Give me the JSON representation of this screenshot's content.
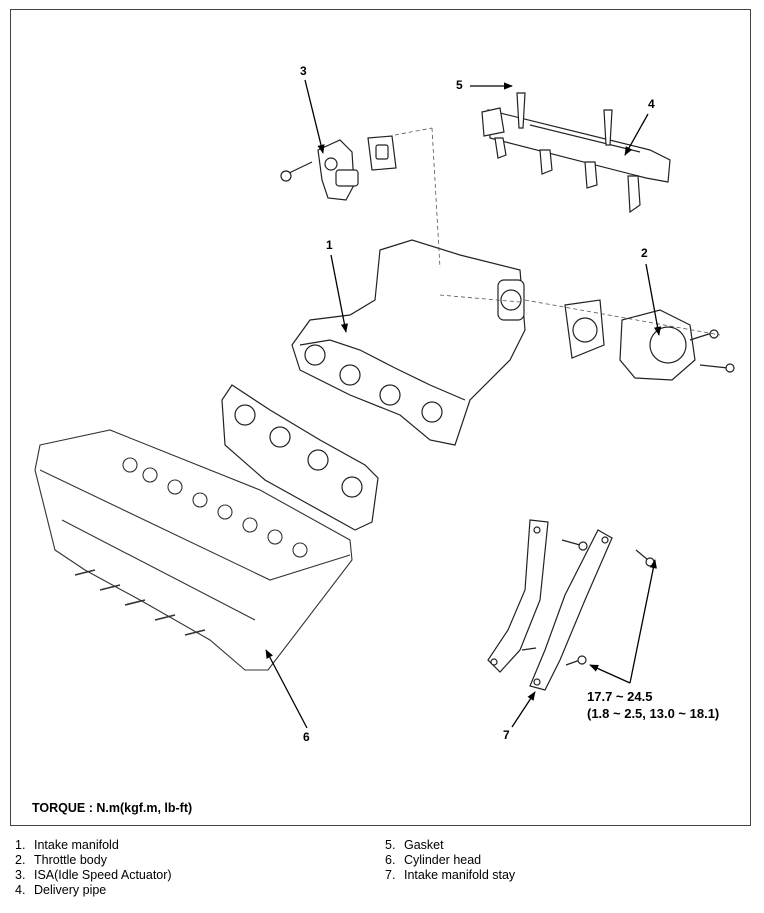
{
  "callouts": {
    "c1": "1",
    "c2": "2",
    "c3": "3",
    "c4": "4",
    "c5": "5",
    "c6": "6",
    "c7": "7"
  },
  "torque_spec": {
    "line1": "17.7 ~ 24.5",
    "line2": "(1.8 ~ 2.5, 13.0 ~ 18.1)"
  },
  "torque_caption": "TORQUE : N.m(kgf.m, lb-ft)",
  "legend": {
    "left": [
      {
        "num": "1.",
        "label": "Intake manifold"
      },
      {
        "num": "2.",
        "label": "Throttle body"
      },
      {
        "num": "3.",
        "label": "ISA(Idle Speed Actuator)"
      },
      {
        "num": "4.",
        "label": "Delivery pipe"
      }
    ],
    "right": [
      {
        "num": "5.",
        "label": "Gasket"
      },
      {
        "num": "6.",
        "label": "Cylinder head"
      },
      {
        "num": "7.",
        "label": "Intake manifold stay"
      }
    ]
  }
}
